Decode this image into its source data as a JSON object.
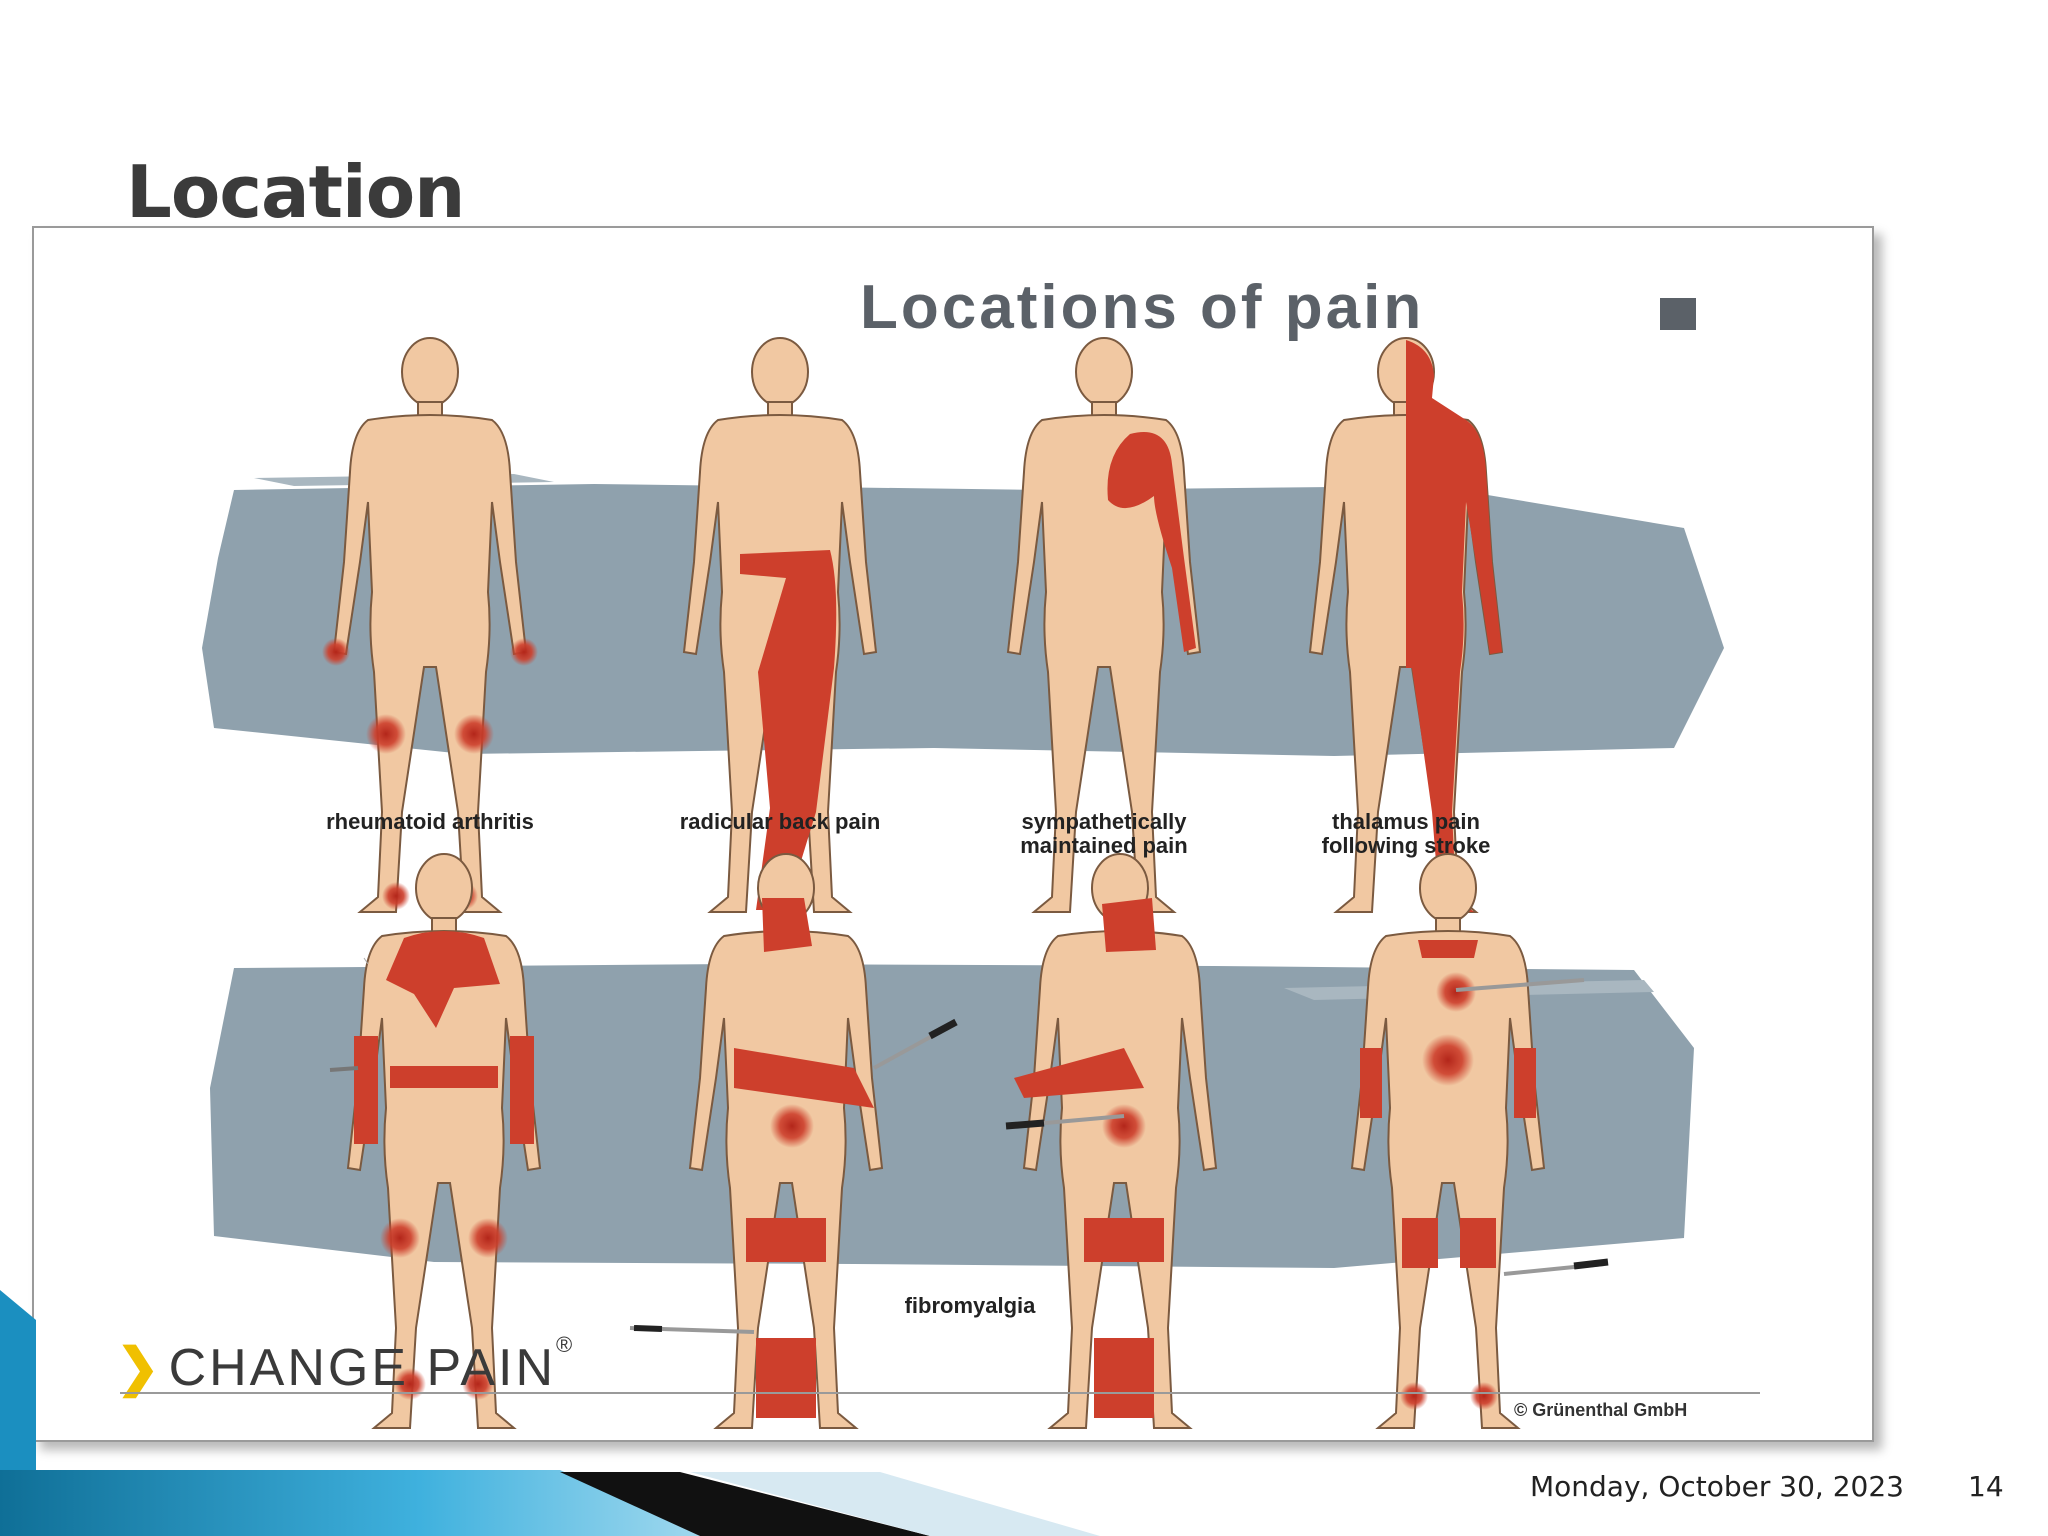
{
  "slide": {
    "title": "Location",
    "date": "Monday, October 30, 2023",
    "page_number": "14"
  },
  "figure": {
    "heading": "Locations of pain",
    "captions": {
      "rheumatoid": "rheumatoid arthritis",
      "radicular": "radicular back pain",
      "sympathetic_line1": "sympathetically",
      "sympathetic_line2": "maintained pain",
      "thalamus_line1": "thalamus pain",
      "thalamus_line2": "following stroke",
      "fibromyalgia": "fibromyalgia"
    },
    "brand": "CHANGE PAIN",
    "brand_mark": "®",
    "copyright": "© Grünenthal GmbH"
  },
  "colors": {
    "skin": "#f1c8a2",
    "pain": "#cd3f2c",
    "backdrop": "#8fa1ad",
    "accent_blue": "#1b8fc0"
  }
}
